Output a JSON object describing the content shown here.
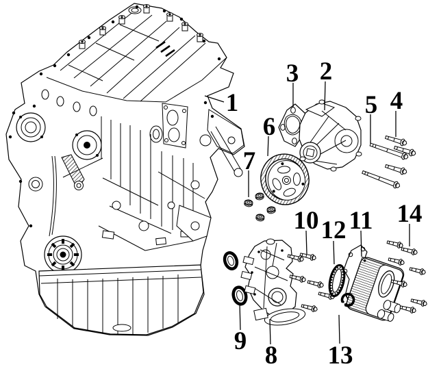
{
  "diagram": {
    "colors": {
      "background": "#ffffff",
      "line": "#000000"
    },
    "callouts": [
      {
        "label": "1"
      },
      {
        "label": "2"
      },
      {
        "label": "3"
      },
      {
        "label": "4"
      },
      {
        "label": "5"
      },
      {
        "label": "6"
      },
      {
        "label": "7"
      },
      {
        "label": "8"
      },
      {
        "label": "9"
      },
      {
        "label": "10"
      },
      {
        "label": "11"
      },
      {
        "label": "12"
      },
      {
        "label": "13"
      },
      {
        "label": "14"
      }
    ]
  }
}
